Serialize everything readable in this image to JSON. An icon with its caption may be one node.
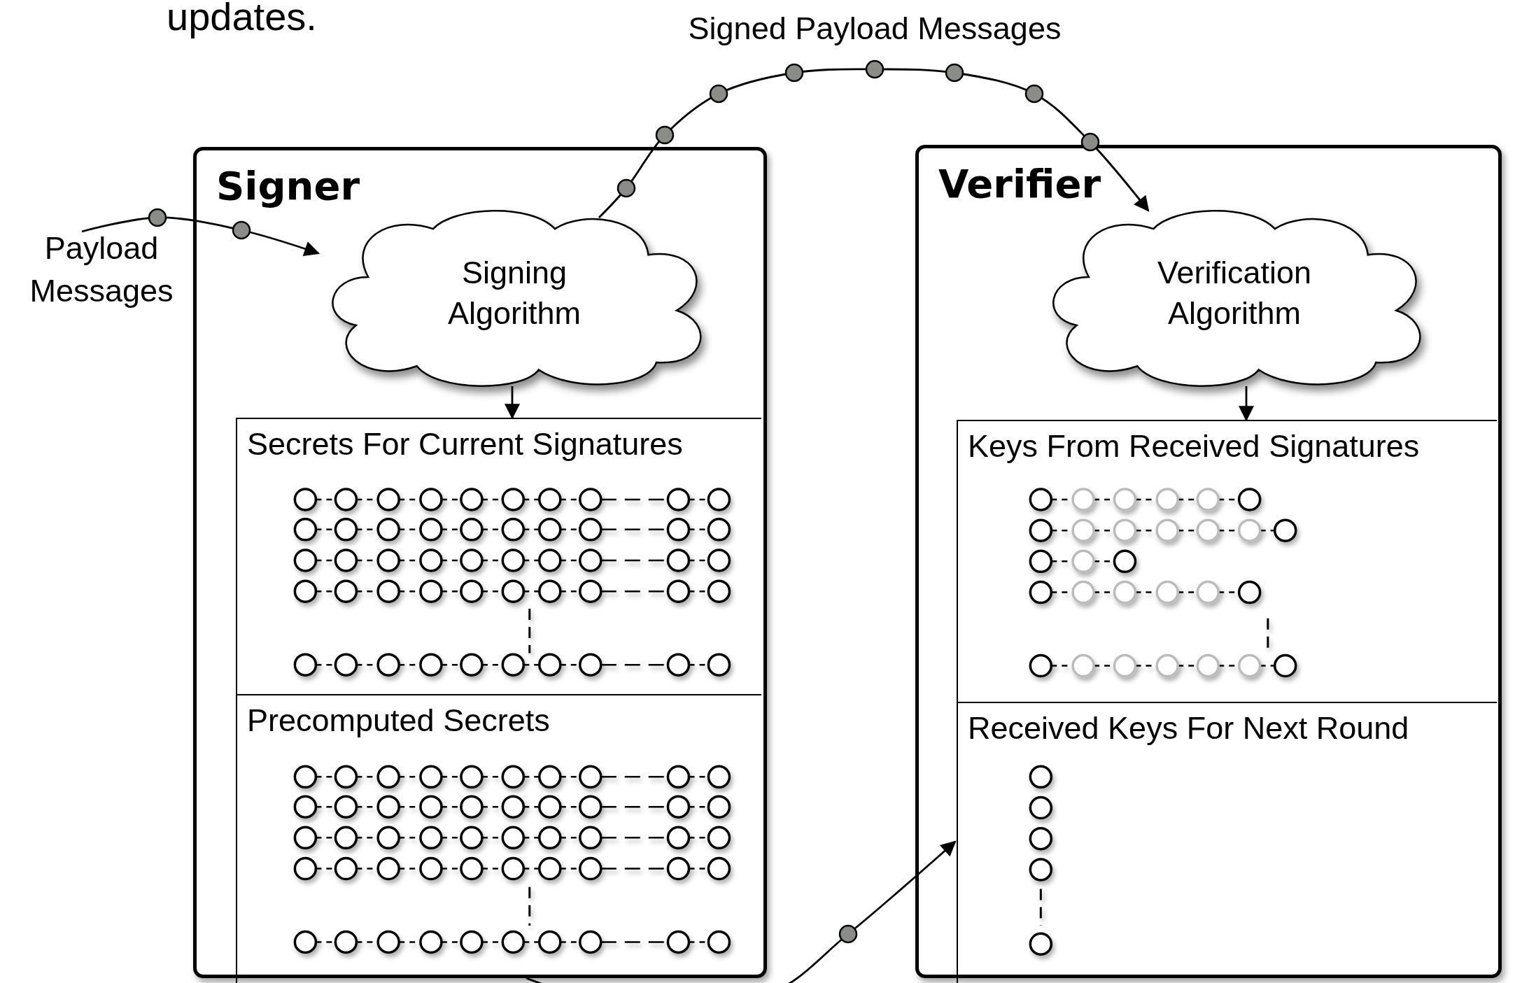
{
  "diagram": {
    "nodes": [
      {
        "text": [
          "Signer"
        ]
      },
      {
        "text": [
          "Signing Algorithm"
        ],
        "in": 0
      },
      {
        "text": [
          "Secrets For Current Signatures"
        ],
        "in": 0
      },
      {
        "text": [
          "Precomputed Secrets"
        ],
        "in": 0
      },
      {
        "text": [
          "Verifier"
        ]
      },
      {
        "text": [
          "Verification Algorithm"
        ],
        "in": 4
      },
      {
        "text": [
          "Keys From Received Signatures"
        ],
        "in": 4
      },
      {
        "text": [
          "Received Keys For Next Round"
        ],
        "in": 4
      },
      {
        "text": [
          "Payload Messages"
        ]
      }
    ],
    "edges": [
      {
        "from": 8,
        "to": 1,
        "arrow": "to"
      },
      {
        "from": 1,
        "to": 5,
        "arrow": "to",
        "label": "Signed Payload Messages"
      },
      {
        "from": 1,
        "to": 2,
        "arrow": "to"
      },
      {
        "from": 5,
        "to": 6,
        "arrow": "to"
      },
      {
        "from": 3,
        "to": 7,
        "arrow": "to"
      }
    ],
    "labels": [
      "updates."
    ]
  }
}
